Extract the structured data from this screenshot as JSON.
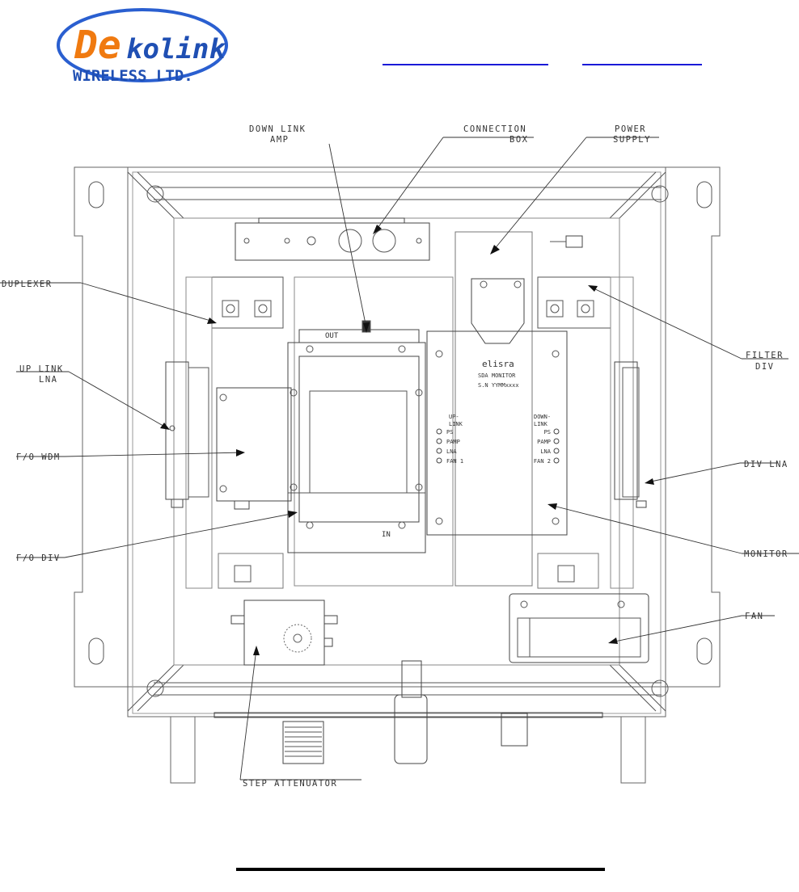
{
  "logo": {
    "word_prefix": "De",
    "word_main": "kolink",
    "subtitle": "WIRELESS LTD.",
    "colors": {
      "orange": "#f07a10",
      "blue": "#1f4fb3",
      "ring": "#2a5fd0"
    }
  },
  "labels": {
    "down_link_amp_1": "DOWN LINK",
    "down_link_amp_2": "AMP",
    "connection_box_1": "CONNECTION",
    "connection_box_2": "BOX",
    "power_supply_1": "POWER",
    "power_supply_2": "SUPPLY",
    "duplexer": "DUPLEXER",
    "up_link_lna_1": "UP LINK",
    "up_link_lna_2": "LNA",
    "fo_wdm": "F/O WDM",
    "fo_div": "F/O DIV",
    "filter_div_1": "FILTER",
    "filter_div_2": "DIV",
    "div_lna": "DIV LNA",
    "monitor": "MONITOR",
    "fan": "FAN",
    "step_attenuator": "STEP ATTENUATOR"
  },
  "module": {
    "out": "OUT",
    "in": "IN"
  },
  "monitor_panel": {
    "brand": "elisra",
    "name": "SDA MONITOR",
    "serial": "S.N YYMMxxxx",
    "uplink_1": "UP-",
    "uplink_2": "LINK",
    "uplink_items": [
      "PS",
      "PAMP",
      "LNA",
      "FAN 1"
    ],
    "downlink_1": "DOWN-",
    "downlink_2": "LINK",
    "downlink_items": [
      "PS",
      "PAMP",
      "LNA",
      "FAN 2"
    ]
  }
}
